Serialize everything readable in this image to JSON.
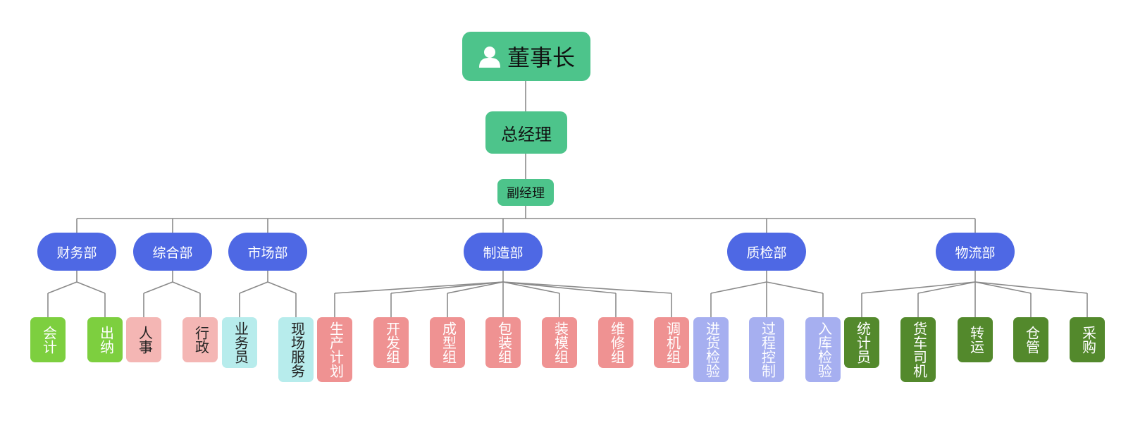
{
  "root": {
    "title": "董事长",
    "icon": "person-icon"
  },
  "level2": {
    "title": "总经理"
  },
  "level3": {
    "title": "副经理"
  },
  "colors": {
    "line": "#8a8a8a",
    "exec": "#4dc48b",
    "dept": "#4e68e4",
    "finance_leaf": "#7dcf3f",
    "general_leaf": "#f4b6b4",
    "market_leaf": "#b7ecec",
    "manufacture_leaf": "#ef9292",
    "quality_leaf": "#a6aff0",
    "logistics_leaf": "#53892c"
  },
  "departments": [
    {
      "name": "财务部",
      "leaf_color": "finance_leaf",
      "leaf_text": "#ffffff",
      "children": [
        "会计",
        "出纳"
      ]
    },
    {
      "name": "综合部",
      "leaf_color": "general_leaf",
      "leaf_text": "#222222",
      "children": [
        "人事",
        "行政"
      ]
    },
    {
      "name": "市场部",
      "leaf_color": "market_leaf",
      "leaf_text": "#222222",
      "children": [
        "业务员",
        "现场服务"
      ]
    },
    {
      "name": "制造部",
      "leaf_color": "manufacture_leaf",
      "leaf_text": "#ffffff",
      "children": [
        "生产计划",
        "开发组",
        "成型组",
        "包装组",
        "装模组",
        "维修组",
        "调机组"
      ]
    },
    {
      "name": "质检部",
      "leaf_color": "quality_leaf",
      "leaf_text": "#ffffff",
      "children": [
        "进货检验",
        "过程控制",
        "入库检验"
      ]
    },
    {
      "name": "物流部",
      "leaf_color": "logistics_leaf",
      "leaf_text": "#ffffff",
      "children": [
        "统计员",
        "货车司机",
        "转运",
        "仓管",
        "采购"
      ]
    }
  ]
}
